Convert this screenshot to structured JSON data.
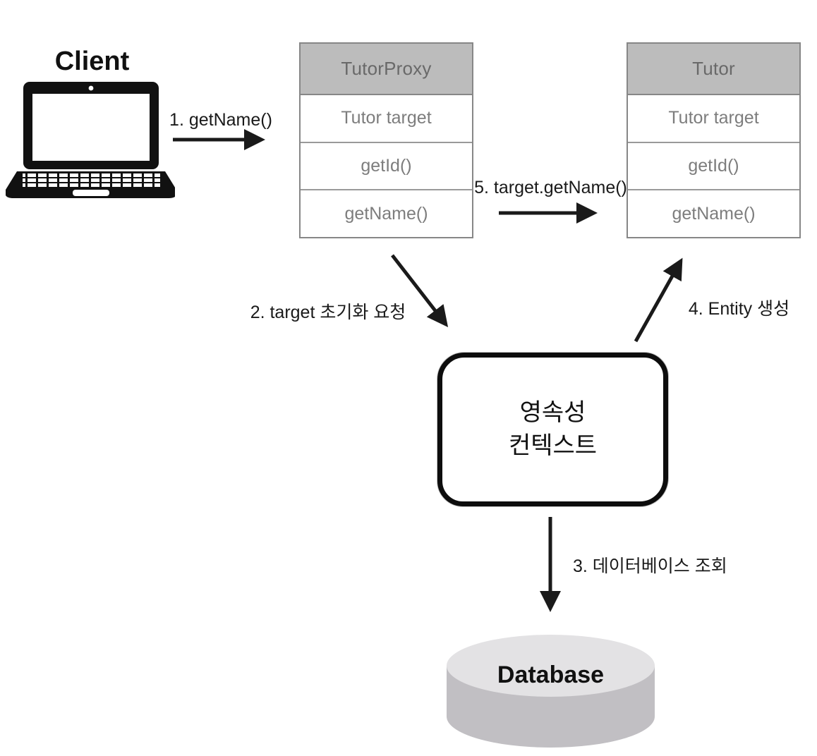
{
  "client": {
    "label": "Client"
  },
  "proxy_class": {
    "title": "TutorProxy",
    "members": [
      "Tutor target",
      "getId()",
      "getName()"
    ]
  },
  "tutor_class": {
    "title": "Tutor",
    "members": [
      "Tutor target",
      "getId()",
      "getName()"
    ]
  },
  "steps": {
    "step1": "1. getName()",
    "step2": "2. target 초기화 요청",
    "step3": "3. 데이터베이스 조회",
    "step4": "4. Entity 생성",
    "step5": "5. target.getName()"
  },
  "persistence_context": {
    "line1": "영속성",
    "line2": "컨텍스트"
  },
  "database": {
    "label": "Database"
  },
  "colors": {
    "background": "#ffffff",
    "class_header_bg": "#bcbcbc",
    "class_header_text": "#696969",
    "class_border": "#878787",
    "class_member_text": "#7d7d7d",
    "arrow": "#1a1a1a",
    "context_border": "#0d0d0d",
    "db_top": "#e3e2e4",
    "db_body": "#c1bfc3"
  }
}
